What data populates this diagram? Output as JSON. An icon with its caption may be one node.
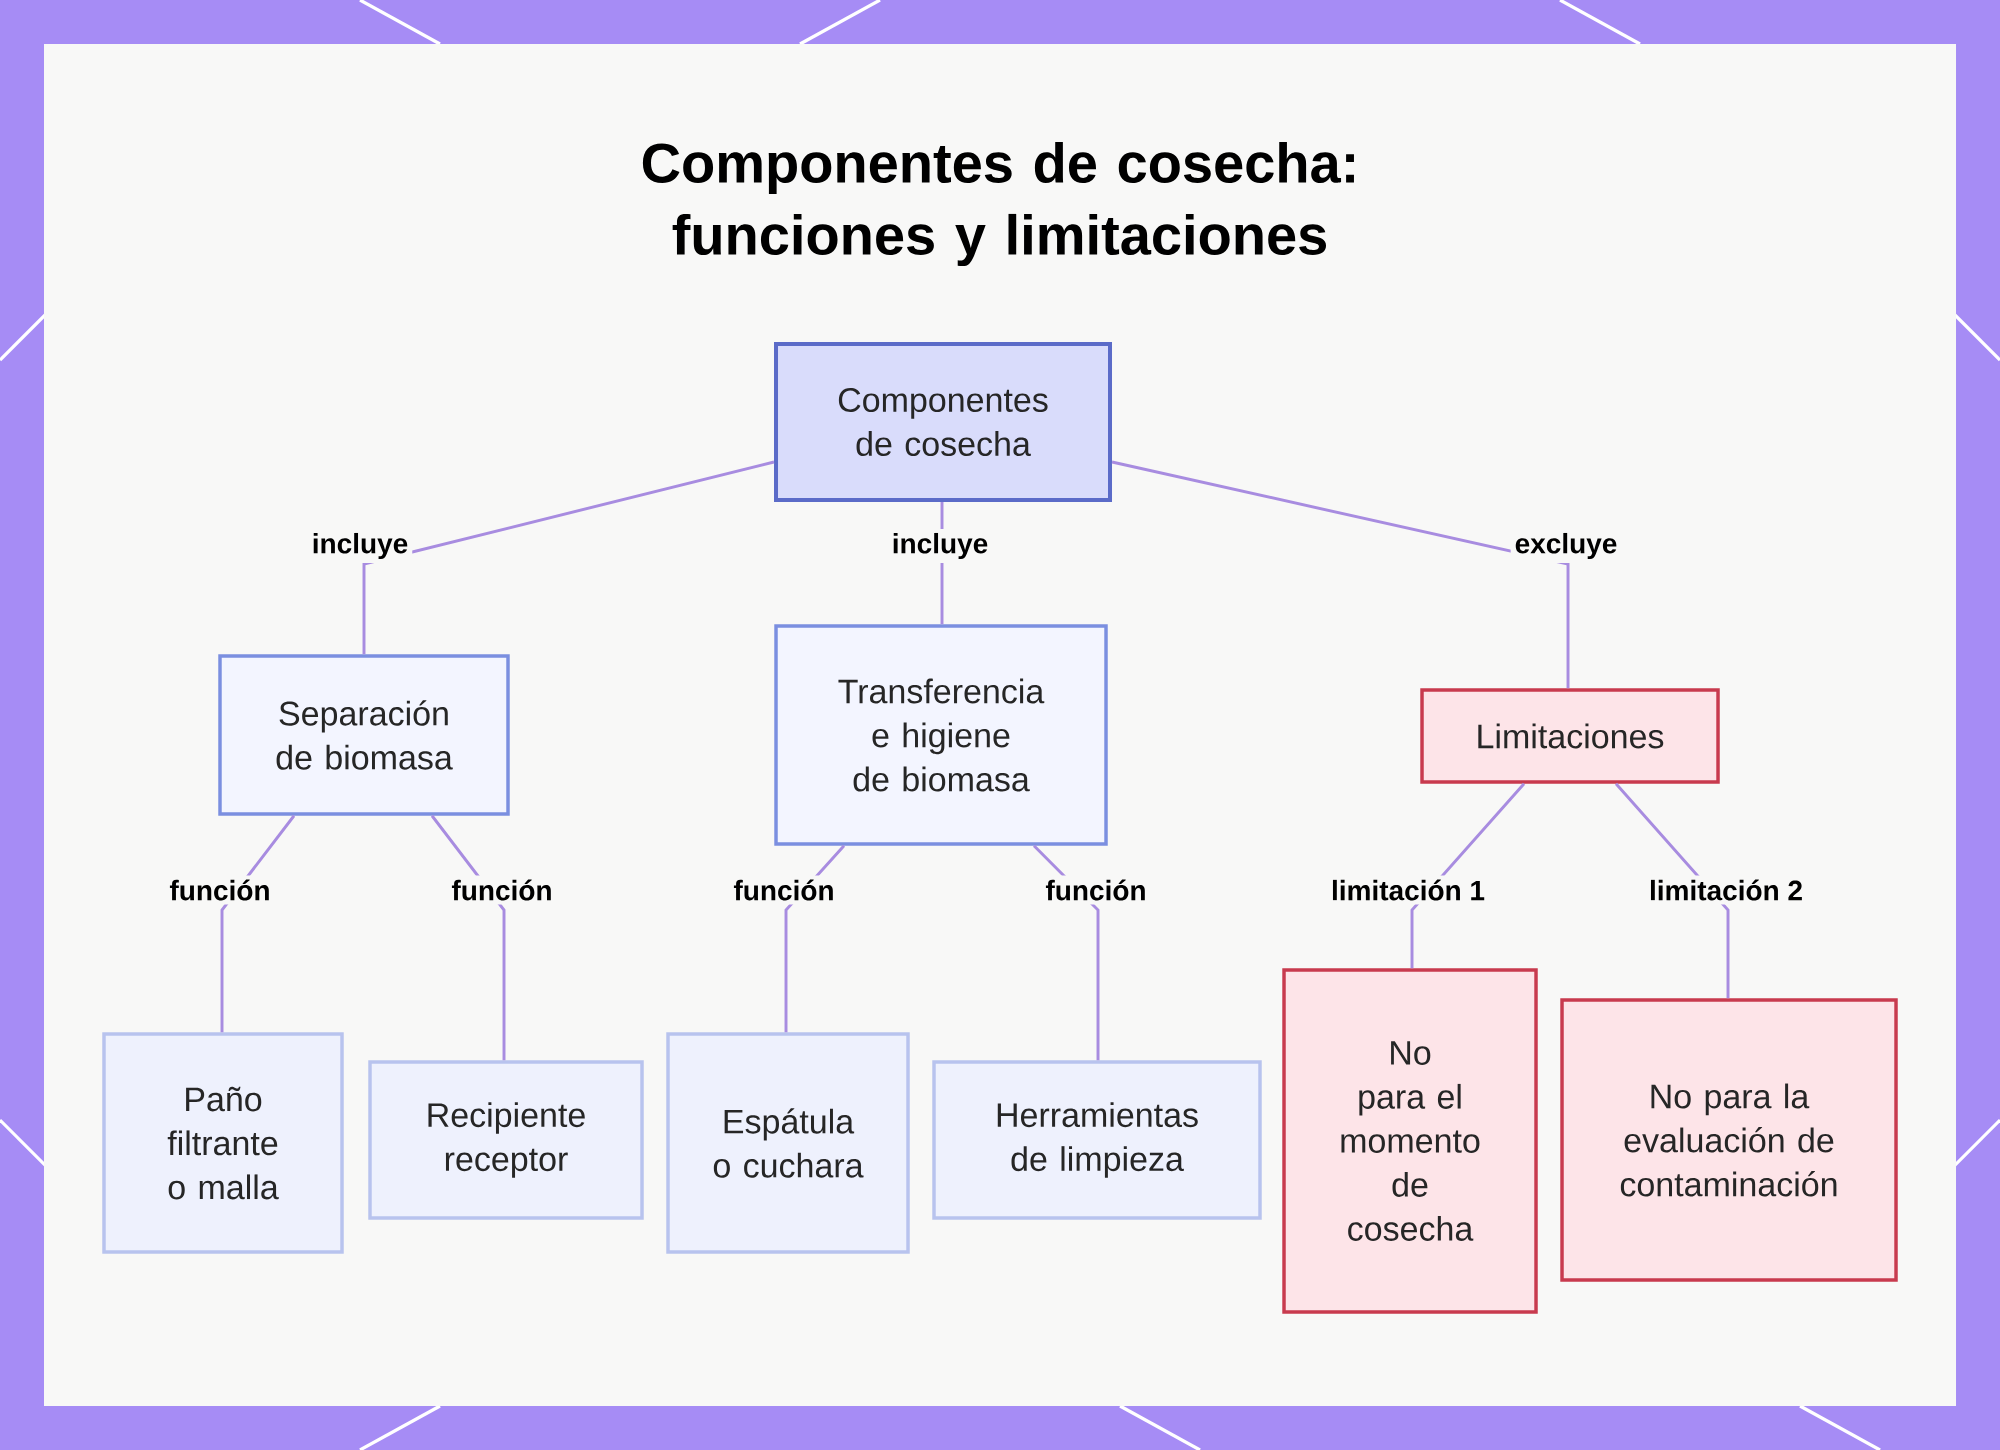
{
  "diagram": {
    "title": "Componentes de cosecha: funciones y limitaciones",
    "nodes": [
      {
        "text": [
          "Componentes de cosecha"
        ]
      },
      {
        "text": [
          "Separación de biomasa"
        ]
      },
      {
        "text": [
          "Transferencia e higiene de biomasa"
        ]
      },
      {
        "text": [
          "Limitaciones"
        ]
      },
      {
        "text": [
          "Paño filtrante o malla"
        ]
      },
      {
        "text": [
          "Recipiente receptor"
        ]
      },
      {
        "text": [
          "Espátula o cuchara"
        ]
      },
      {
        "text": [
          "Herramientas de limpieza"
        ]
      },
      {
        "text": [
          "No para el momento de cosecha"
        ]
      },
      {
        "text": [
          "No para la evaluación de contaminación"
        ]
      }
    ],
    "edges": [
      {
        "from": 0,
        "to": 1,
        "arrow": "none",
        "label": "incluye"
      },
      {
        "from": 0,
        "to": 2,
        "arrow": "none",
        "label": "incluye"
      },
      {
        "from": 0,
        "to": 3,
        "arrow": "none",
        "label": "excluye"
      },
      {
        "from": 1,
        "to": 4,
        "arrow": "none",
        "label": "función"
      },
      {
        "from": 1,
        "to": 5,
        "arrow": "none",
        "label": "función"
      },
      {
        "from": 2,
        "to": 6,
        "arrow": "none",
        "label": "función"
      },
      {
        "from": 2,
        "to": 7,
        "arrow": "none",
        "label": "función"
      },
      {
        "from": 3,
        "to": 8,
        "arrow": "none",
        "label": "limitación 1"
      },
      {
        "from": 3,
        "to": 9,
        "arrow": "none",
        "label": "limitación 2"
      }
    ]
  }
}
